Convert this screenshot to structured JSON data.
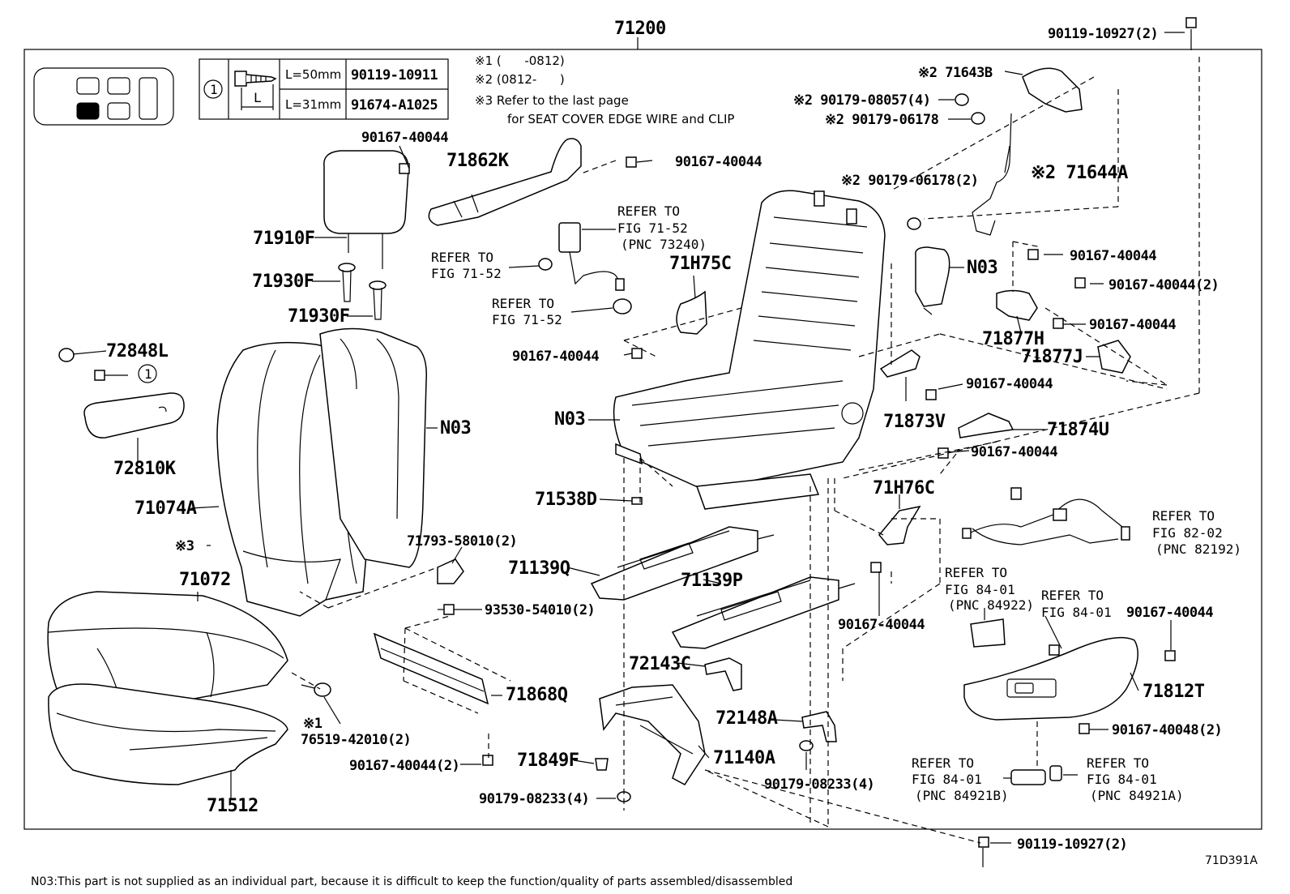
{
  "assembly_number": "71200",
  "bolt_table": {
    "marker": "1",
    "dimension_label": "L",
    "rows": [
      {
        "length": "L=50mm",
        "part": "90119-10911"
      },
      {
        "length": "L=31mm",
        "part": "91674-A1025"
      }
    ]
  },
  "notes": [
    "※1 (      -0812)",
    "※2 (0812-      )",
    "※3 Refer to the last page",
    "for SEAT COVER EDGE WIRE and CLIP"
  ],
  "labels": {
    "p_90119_10927_top": "90119-10927(2)",
    "p_71643B": "※2 71643B",
    "p_90179_08057": "※2 90179-08057(4)",
    "p_90179_06178_a": "※2 90179-06178",
    "p_90179_06178_b": "※2 90179-06178(2)",
    "p_71644A": "※2 71644A",
    "p_90167_40044_a": "90167-40044",
    "p_71862K": "71862K",
    "p_90167_40044_b": "90167-40044",
    "p_71910F": "71910F",
    "p_71930F_a": "71930F",
    "p_71930F_b": "71930F",
    "ref_a_1": "REFER TO",
    "ref_a_2": "FIG 71-52",
    "ref_a_3": "(PNC 73240)",
    "ref_b_1": "REFER TO",
    "ref_b_2": "FIG 71-52",
    "ref_c_1": "REFER TO",
    "ref_c_2": "FIG 71-52",
    "p_71H75C": "71H75C",
    "p_N03_a": "N03",
    "p_90167_40044_c": "90167-40044",
    "p_90167_40044_2a": "90167-40044(2)",
    "p_90167_40044_d": "90167-40044",
    "p_71877H": "71877H",
    "p_71877J": "71877J",
    "p_90167_40044_e": "90167-40044",
    "p_72848L": "72848L",
    "p_72810K": "72810K",
    "p_N03_b": "N03",
    "p_N03_c": "N03",
    "p_71873V": "71873V",
    "p_90167_40044_f": "90167-40044",
    "p_71874U": "71874U",
    "p_90167_40044_g": "90167-40044",
    "p_71074A": "71074A",
    "p_71538D": "71538D",
    "p_71H76C": "71H76C",
    "ref_d_1": "REFER TO",
    "ref_d_2": "FIG 82-02",
    "ref_d_3": "(PNC 82192)",
    "p_note3": "※3",
    "p_71793_58010": "71793-58010(2)",
    "p_71139Q": "71139Q",
    "p_71072": "71072",
    "p_71139P": "71139P",
    "p_93530_54010": "93530-54010(2)",
    "p_90167_40044_h": "90167-40044",
    "ref_e_1": "REFER TO",
    "ref_e_2": "FIG 84-01",
    "ref_e_3": "(PNC 84922)",
    "ref_f_1": "REFER TO",
    "ref_f_2": "FIG 84-01",
    "p_90167_40044_i": "90167-40044",
    "p_72143C": "72143C",
    "p_71812T": "71812T",
    "p_71868Q": "71868Q",
    "p_note1": "※1",
    "p_76519_42010": "76519-42010(2)",
    "p_72148A": "72148A",
    "p_90167_40048": "90167-40048(2)",
    "p_90167_40044_2b": "90167-40044(2)",
    "p_71849F": "71849F",
    "p_71140A": "71140A",
    "ref_g_1": "REFER TO",
    "ref_g_2": "FIG 84-01",
    "ref_g_3": "(PNC 84921B)",
    "ref_h_1": "REFER TO",
    "ref_h_2": "FIG 84-01",
    "ref_h_3": "(PNC 84921A)",
    "p_90179_08233_a": "90179-08233(4)",
    "p_90179_08233_b": "90179-08233(4)",
    "p_71512": "71512",
    "p_90119_10927_bot": "90119-10927(2)"
  },
  "footnote": "N03:This part is not supplied as an individual part, because it is difficult to keep the function/quality of parts assembled/disassembled",
  "figure_code": "71D391A"
}
